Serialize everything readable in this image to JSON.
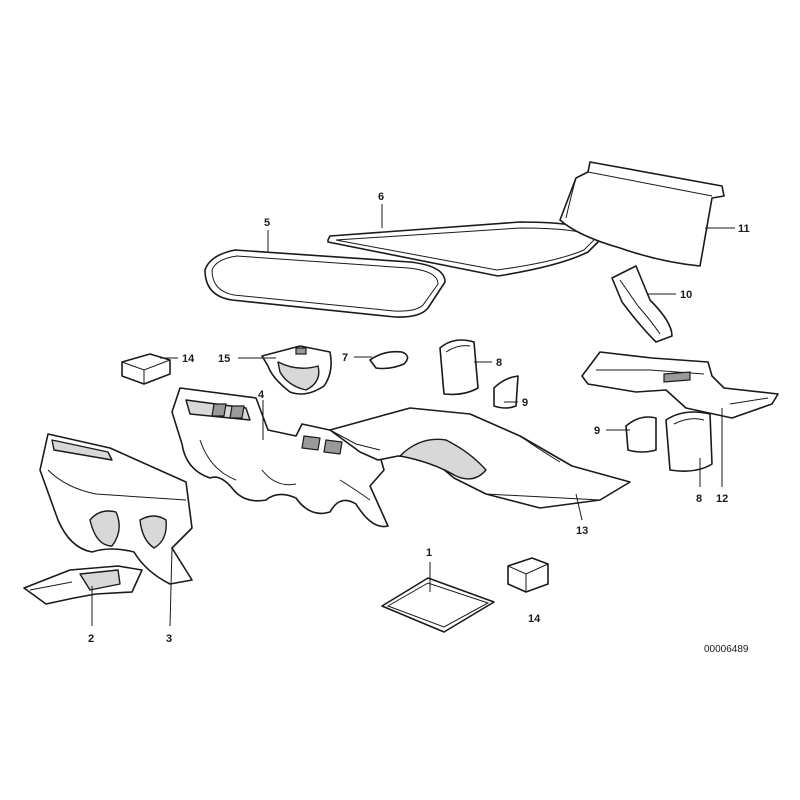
{
  "diagram": {
    "callouts": {
      "c1": "1",
      "c2": "2",
      "c3": "3",
      "c4": "4",
      "c5": "5",
      "c6": "6",
      "c7": "7",
      "c8a": "8",
      "c8b": "8",
      "c9a": "9",
      "c9b": "9",
      "c10": "10",
      "c11": "11",
      "c12": "12",
      "c13": "13",
      "c14a": "14",
      "c14b": "14",
      "c15": "15"
    },
    "reference_number": "00006489"
  }
}
